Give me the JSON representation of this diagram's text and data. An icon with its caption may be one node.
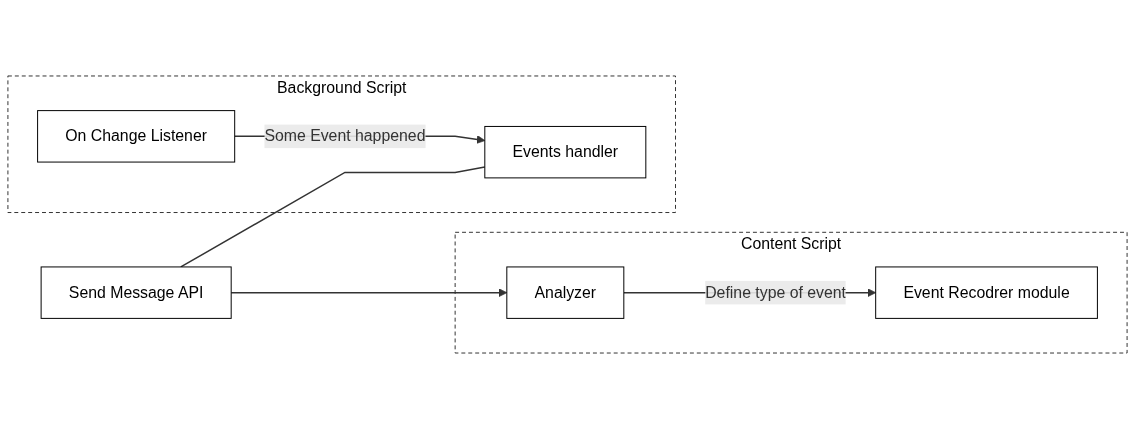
{
  "diagram": {
    "nodes": [
      {
        "text": [
          "Content Script"
        ]
      },
      {
        "text": [
          "Analyzer"
        ],
        "in": 0
      },
      {
        "text": [
          "Event Recodrer module"
        ],
        "in": 0
      },
      {
        "text": [
          "Send Message API"
        ]
      },
      {
        "text": [
          "Background Script"
        ]
      },
      {
        "text": [
          "Events handler"
        ],
        "in": 4
      },
      {
        "text": [
          "On Change Listener"
        ],
        "in": 4
      }
    ],
    "edges": [
      {
        "from": 3,
        "to": 1,
        "arrow": "to"
      },
      {
        "from": 3,
        "to": 5,
        "arrow": "none"
      },
      {
        "from": 1,
        "to": 2,
        "arrow": "to",
        "label": "Define type of event"
      },
      {
        "from": 6,
        "to": 5,
        "arrow": "to",
        "label": "Some Event happened"
      }
    ]
  }
}
